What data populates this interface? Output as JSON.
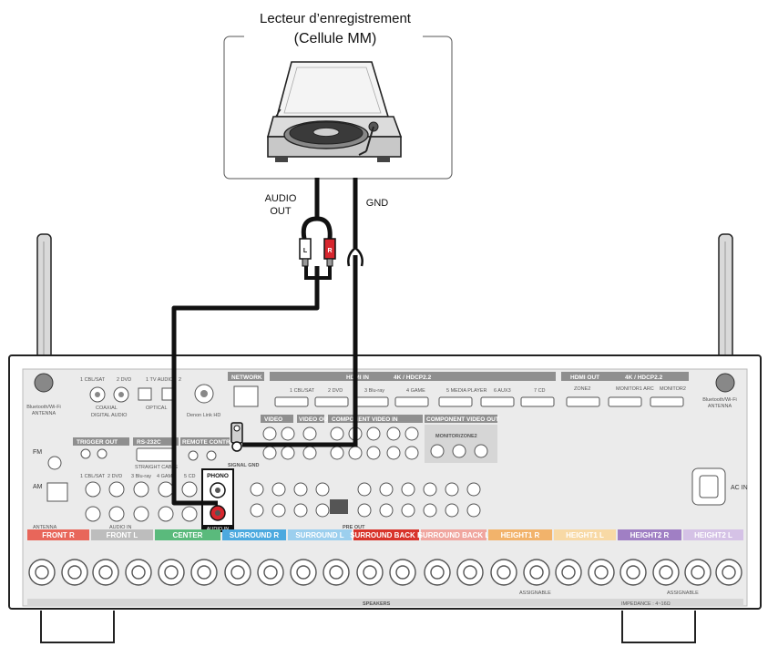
{
  "turntable_box": {
    "title_line1": "Lecteur d’enregistrement",
    "title_line2": "(Cellule MM)"
  },
  "cable_labels": {
    "audio_out_line1": "AUDIO",
    "audio_out_line2": "OUT",
    "gnd": "GND",
    "plug_left": "L",
    "plug_right": "R"
  },
  "receiver": {
    "antenna_left_line1": "Bluetooth/Wi-Fi",
    "antenna_left_line2": "ANTENNA",
    "antenna_right_line1": "Bluetooth/Wi-Fi",
    "antenna_right_line2": "ANTENNA",
    "digital_audio_labels": [
      "1 CBL/SAT",
      "2 DVD",
      "1 TV AUDIO",
      "2"
    ],
    "coaxial": "COAXIAL",
    "optical": "OPTICAL",
    "digital_audio": "DIGITAL AUDIO",
    "denon_link": "Denon Link HD",
    "network": "NETWORK",
    "hdmi_in": "HDMI IN",
    "hdmi_in_spec": "4K / HDCP2.2",
    "hdmi_in_inputs": [
      "1 CBL/SAT",
      "2 DVD",
      "3 Blu-ray",
      "4 GAME",
      "5 MEDIA PLAYER",
      "6 AUX3",
      "7 CD"
    ],
    "hdmi_out": "HDMI OUT",
    "hdmi_out_spec": "4K / HDCP2.2",
    "hdmi_out_items": [
      "ZONE2",
      "MONITOR1 ARC",
      "MONITOR2"
    ],
    "trigger_out": "TRIGGER OUT",
    "rs232c": "RS-232C",
    "remote_control": "REMOTE CONTROL",
    "straight_cable": "STRAIGHT CABLE",
    "video": "VIDEO",
    "video_out": "VIDEO OUT",
    "component_video_in": "COMPONENT VIDEO IN",
    "component_video_out": "COMPONENT VIDEO OUT",
    "monitor_zone2": "MONITOR/ZONE2",
    "signal_gnd": "SIGNAL GND",
    "fm": "FM",
    "am": "AM",
    "antenna": "ANTENNA",
    "audio_inputs": [
      "1 CBL/SAT",
      "2 DVD",
      "3 Blu-ray",
      "4 GAME",
      "5 CD"
    ],
    "phono": "PHONO",
    "audio_in": "AUDIO IN",
    "pre_out": "PRE OUT",
    "ac_in": "AC IN",
    "speakers": "SPEAKERS",
    "impedance": "IMPEDANCE : 4~16Ω",
    "assignable": "ASSIGNABLE"
  },
  "speaker_sections": [
    {
      "label": "FRONT R",
      "color": "#e8665a"
    },
    {
      "label": "FRONT L",
      "color": "#bdbdbd"
    },
    {
      "label": "CENTER",
      "color": "#5aba7c"
    },
    {
      "label": "SURROUND R",
      "color": "#4ca9df"
    },
    {
      "label": "SURROUND L",
      "color": "#9ccfee"
    },
    {
      "label": "SURROUND BACK R",
      "color": "#d8342b"
    },
    {
      "label": "SURROUND BACK L",
      "color": "#f0a69f"
    },
    {
      "label": "HEIGHT1 R",
      "color": "#f2b36b"
    },
    {
      "label": "HEIGHT1 L",
      "color": "#f8d9a5"
    },
    {
      "label": "HEIGHT2 R",
      "color": "#a07fc4"
    },
    {
      "label": "HEIGHT2 L",
      "color": "#d5c2e6"
    }
  ],
  "colors": {
    "panel": "#ebebeb",
    "panel_border": "#333333",
    "cable": "#111111",
    "plug_right": "#d7262e",
    "plug_left": "#ffffff"
  }
}
